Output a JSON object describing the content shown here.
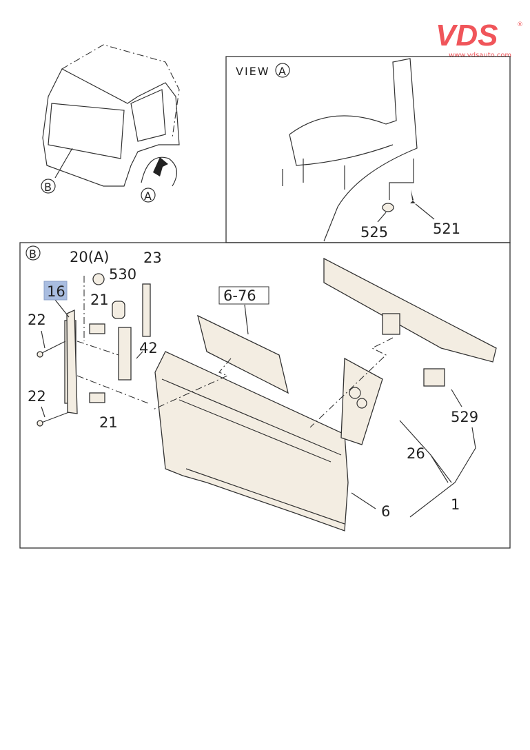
{
  "logo": {
    "text": "VDS",
    "registered": "®",
    "url_text": "www.vdsauto.com",
    "color": "#f0555a"
  },
  "view_a": {
    "title": "VIEW",
    "marker": "A",
    "parts": [
      "525",
      "521"
    ]
  },
  "overview": {
    "marker_b": "B",
    "marker_a": "A"
  },
  "detail_b": {
    "marker": "B",
    "highlighted_part": "16",
    "highlight_color": "#a9bde0",
    "labels": {
      "p20": "20(A)",
      "p530": "530",
      "p23": "23",
      "p16": "16",
      "p21a": "21",
      "p22a": "22",
      "p42": "42",
      "p22b": "22",
      "p21b": "21",
      "p676": "6-76",
      "p529": "529",
      "p26": "26",
      "p1": "1",
      "p6": "6"
    }
  }
}
